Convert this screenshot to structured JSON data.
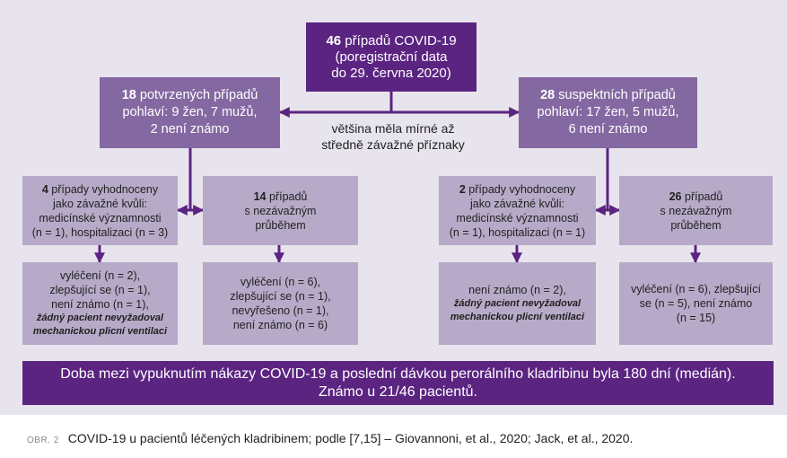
{
  "top_box": {
    "count": "46",
    "text": " případů COVID-19",
    "line2": "(poregistrační data",
    "line3": "do 29. června 2020)"
  },
  "confirmed_box": {
    "count": "18",
    "text": " potvrzených případů",
    "line2": "pohlaví: 9 žen, 7 mužů,",
    "line3": "2 není známo"
  },
  "suspected_box": {
    "count": "28",
    "text": " suspektních případů",
    "line2": "pohlaví: 17 žen, 5 mužů,",
    "line3": "6 není známo"
  },
  "middle_caption": {
    "line1": "většina měla mírné až",
    "line2": "středně závažné příznaky"
  },
  "conf_serious": {
    "count": "4",
    "text": " případy vyhodnoceny",
    "line2": "jako závažné kvůli:",
    "line3": "medicínské významnosti",
    "line4": "(n = 1), hospitalizaci (n = 3)"
  },
  "conf_nonserious": {
    "count": "14",
    "text": " případů",
    "line2": "s nezávažným",
    "line3": "průběhem"
  },
  "susp_serious": {
    "count": "2",
    "text": " případy vyhodnoceny",
    "line2": "jako závažné kvůli:",
    "line3": "medicínské významnosti",
    "line4": "(n = 1), hospitalizaci (n = 1)"
  },
  "susp_nonserious": {
    "count": "26",
    "text": " případů",
    "line2": "s nezávažným",
    "line3": "průběhem"
  },
  "conf_serious_outcome": {
    "line1": "vyléčení (n = 2),",
    "line2": "zlepšující se (n = 1),",
    "line3": "není známo (n = 1),",
    "note1": "žádný pacient nevyžadoval",
    "note2": "mechanickou plicní ventilaci"
  },
  "conf_nonserious_outcome": {
    "line1": "vyléčení (n = 6),",
    "line2": "zlepšující se (n = 1),",
    "line3": "nevyřešeno (n = 1),",
    "line4": "není známo (n = 6)"
  },
  "susp_serious_outcome": {
    "line1": "není známo (n = 2),",
    "note1": "žádný pacient nevyžadoval",
    "note2": "mechanickou plicní ventilaci"
  },
  "susp_nonserious_outcome": {
    "line1": "vyléčení (n = 6), zlepšující",
    "line2": "se (n = 5), není známo",
    "line3": "(n = 15)"
  },
  "banner": {
    "line1": "Doba mezi vypuknutím nákazy COVID-19 a poslední dávkou perorálního kladribinu byla 180 dní (medián).",
    "line2": "Známo u 21/46 pacientů."
  },
  "figure_caption": {
    "tag": "OBR. 2",
    "text": "COVID-19 u pacientů léčených kladribinem; podle [7,15] – Giovannoni, et al., 2020; Jack, et al., 2020."
  },
  "colors": {
    "dark_purple": "#5b2481",
    "mid_purple": "#8468a2",
    "light_purple": "#b7aac8",
    "panel_background": "#e8e4ee"
  }
}
